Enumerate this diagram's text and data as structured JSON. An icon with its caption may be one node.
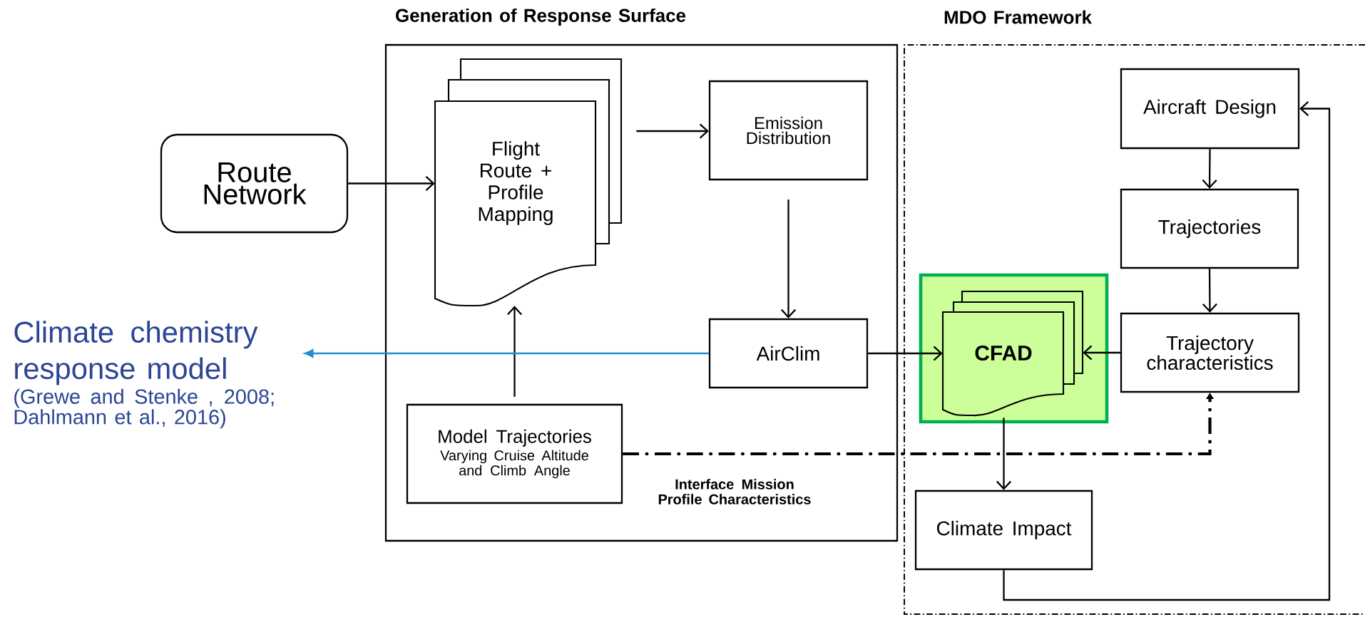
{
  "diagram": {
    "nodes": [
      {
        "text": [
          "Generation of Response Surface"
        ]
      },
      {
        "text": [
          "MDO Framework"
        ]
      },
      {
        "text": [
          "Route Network"
        ]
      },
      {
        "text": [
          "Flight Route + Profile Mapping"
        ],
        "in": 0
      },
      {
        "text": [
          "Emission Distribution"
        ],
        "in": 0
      },
      {
        "text": [
          "AirClim"
        ],
        "in": 0
      },
      {
        "text": [
          "Model Trajectories",
          "Varying Cruise Altitude and Climb Angle"
        ],
        "in": 0
      },
      {
        "text": [
          "Aircraft Design"
        ],
        "in": 1
      },
      {
        "text": [
          "Trajectories"
        ],
        "in": 1
      },
      {
        "text": [],
        "shape": "box",
        "in": 1
      },
      {
        "text": [
          "CFAD"
        ],
        "in": 9
      },
      {
        "text": [
          "Trajectory characteristics"
        ],
        "in": 1
      },
      {
        "text": [
          "Climate Impact"
        ],
        "in": 1
      },
      {
        "text": [
          "Climate chemistry response model",
          "(Grewe and Stenke , 2008; Dahlmann et al., 2016)"
        ]
      }
    ],
    "edges": [
      {
        "from": 2,
        "to": 3,
        "arrow": "to"
      },
      {
        "from": 3,
        "to": 4,
        "arrow": "to"
      },
      {
        "from": 4,
        "to": 5,
        "arrow": "to"
      },
      {
        "from": 6,
        "to": 3,
        "arrow": "to"
      },
      {
        "from": 5,
        "to": 13,
        "arrow": "to",
        "color": "#1b8fd0"
      },
      {
        "from": 5,
        "to": 10,
        "arrow": "to"
      },
      {
        "from": 11,
        "to": 10,
        "arrow": "to"
      },
      {
        "from": 7,
        "to": 8,
        "arrow": "to"
      },
      {
        "from": 8,
        "to": 11,
        "arrow": "to"
      },
      {
        "from": 10,
        "to": 12,
        "arrow": "to"
      },
      {
        "from": 12,
        "to": 7,
        "arrow": "to"
      },
      {
        "from": 6,
        "to": 11,
        "arrow": "to",
        "style": "dashed",
        "label": "Interface Mission Profile Characteristics"
      }
    ]
  }
}
